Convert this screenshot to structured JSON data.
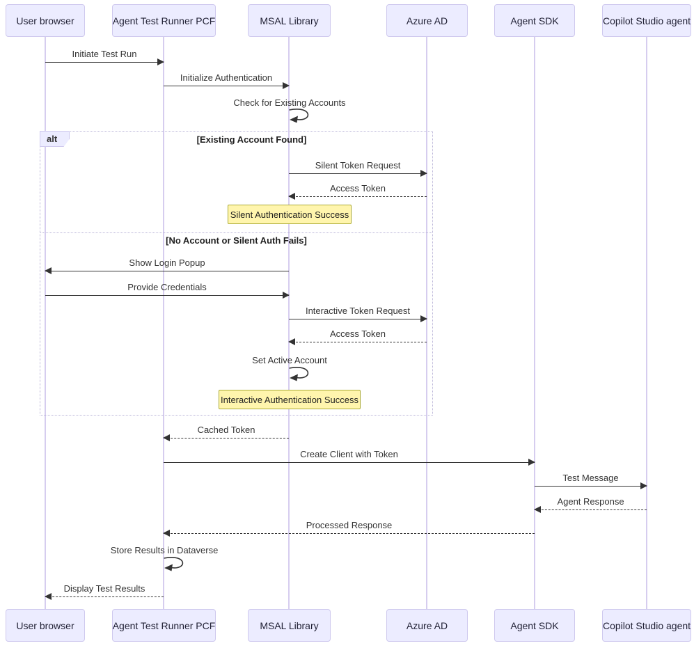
{
  "participants": [
    {
      "name": "User browser"
    },
    {
      "name": "Agent Test Runner PCF"
    },
    {
      "name": "MSAL Library"
    },
    {
      "name": "Azure AD"
    },
    {
      "name": "Agent SDK"
    },
    {
      "name": "Copilot Studio agent"
    }
  ],
  "alt": {
    "operator": "alt",
    "guard_found": "[Existing Account Found]",
    "guard_else": "[No Account or Silent Auth Fails]"
  },
  "notes": [
    {
      "text": "Silent Authentication Success",
      "over": "MSAL Library"
    },
    {
      "text": "Interactive Authentication Success",
      "over": "MSAL Library"
    }
  ],
  "messages": [
    {
      "label": "Initiate Test Run",
      "from": "User browser",
      "to": "Agent Test Runner PCF",
      "style": "solid"
    },
    {
      "label": "Initialize Authentication",
      "from": "Agent Test Runner PCF",
      "to": "MSAL Library",
      "style": "solid"
    },
    {
      "label": "Check for Existing Accounts",
      "from": "MSAL Library",
      "to": "MSAL Library",
      "style": "self"
    },
    {
      "label": "Silent Token Request",
      "from": "MSAL Library",
      "to": "Azure AD",
      "style": "solid"
    },
    {
      "label": "Access Token",
      "from": "Azure AD",
      "to": "MSAL Library",
      "style": "dashed"
    },
    {
      "label": "Show Login Popup",
      "from": "MSAL Library",
      "to": "User browser",
      "style": "solid"
    },
    {
      "label": "Provide Credentials",
      "from": "User browser",
      "to": "MSAL Library",
      "style": "solid"
    },
    {
      "label": "Interactive Token Request",
      "from": "MSAL Library",
      "to": "Azure AD",
      "style": "solid"
    },
    {
      "label": "Access Token",
      "from": "Azure AD",
      "to": "MSAL Library",
      "style": "dashed"
    },
    {
      "label": "Set Active Account",
      "from": "MSAL Library",
      "to": "MSAL Library",
      "style": "self"
    },
    {
      "label": "Cached Token",
      "from": "MSAL Library",
      "to": "Agent Test Runner PCF",
      "style": "dashed"
    },
    {
      "label": "Create Client with Token",
      "from": "Agent Test Runner PCF",
      "to": "Agent SDK",
      "style": "solid"
    },
    {
      "label": "Test Message",
      "from": "Agent SDK",
      "to": "Copilot Studio agent",
      "style": "solid"
    },
    {
      "label": "Agent Response",
      "from": "Copilot Studio agent",
      "to": "Agent SDK",
      "style": "dashed"
    },
    {
      "label": "Processed Response",
      "from": "Agent SDK",
      "to": "Agent Test Runner PCF",
      "style": "dashed"
    },
    {
      "label": "Store Results in Dataverse",
      "from": "Agent Test Runner PCF",
      "to": "Agent Test Runner PCF",
      "style": "self"
    },
    {
      "label": "Display Test Results",
      "from": "Agent Test Runner PCF",
      "to": "User browser",
      "style": "dashed"
    }
  ],
  "colors": {
    "actor_fill": "#ECECFF",
    "actor_border": "#cfc9ee",
    "lifeline": "#d6cdef",
    "arrow": "#333333",
    "note_fill": "#fff5ad",
    "note_border": "#aaaa33",
    "frame_border": "#b7b1d6"
  }
}
